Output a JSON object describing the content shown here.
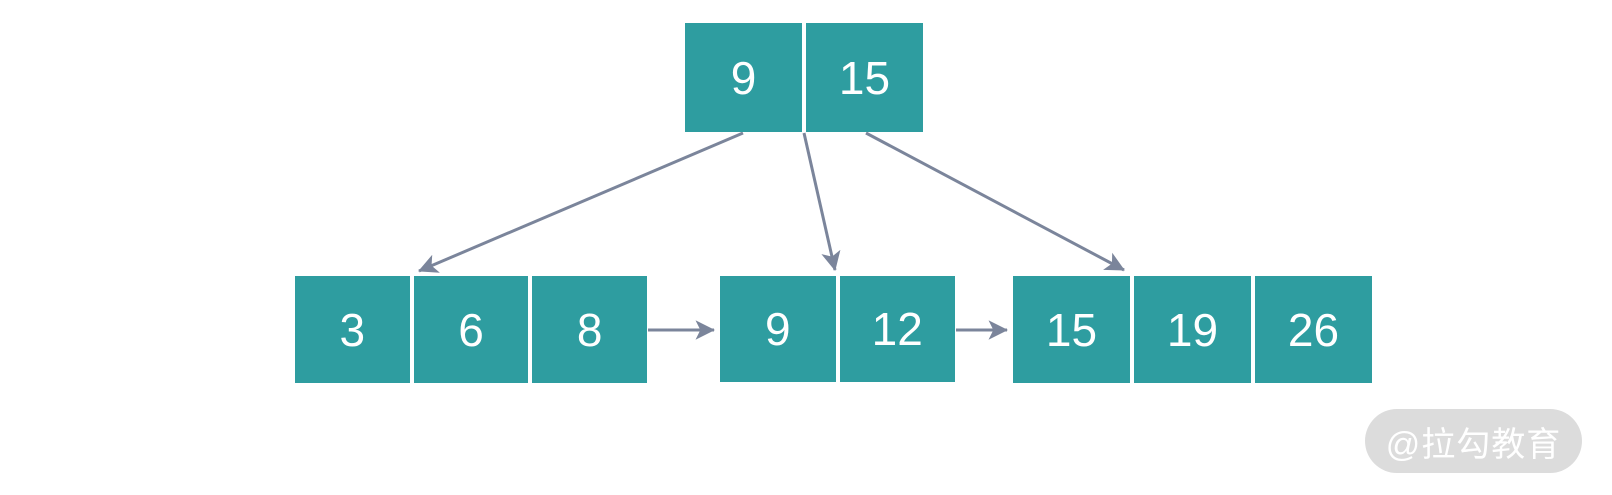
{
  "diagram": {
    "type": "b-plus-tree",
    "root": {
      "keys": [
        "9",
        "15"
      ]
    },
    "leaves": [
      {
        "keys": [
          "3",
          "6",
          "8"
        ]
      },
      {
        "keys": [
          "9",
          "12"
        ]
      },
      {
        "keys": [
          "15",
          "19",
          "26"
        ]
      }
    ],
    "edges": [
      {
        "from": "root",
        "to": "leaf-0",
        "kind": "child-pointer"
      },
      {
        "from": "root",
        "to": "leaf-1",
        "kind": "child-pointer"
      },
      {
        "from": "root",
        "to": "leaf-2",
        "kind": "child-pointer"
      },
      {
        "from": "leaf-0",
        "to": "leaf-1",
        "kind": "sibling-link"
      },
      {
        "from": "leaf-1",
        "to": "leaf-2",
        "kind": "sibling-link"
      }
    ]
  },
  "watermark": {
    "text": "@拉勾教育"
  },
  "colors": {
    "node_fill": "#2e9da0",
    "node_text": "#ffffff",
    "arrow": "#7b859b",
    "watermark_bg": "#dcdcdc",
    "watermark_text": "#ffffff"
  }
}
